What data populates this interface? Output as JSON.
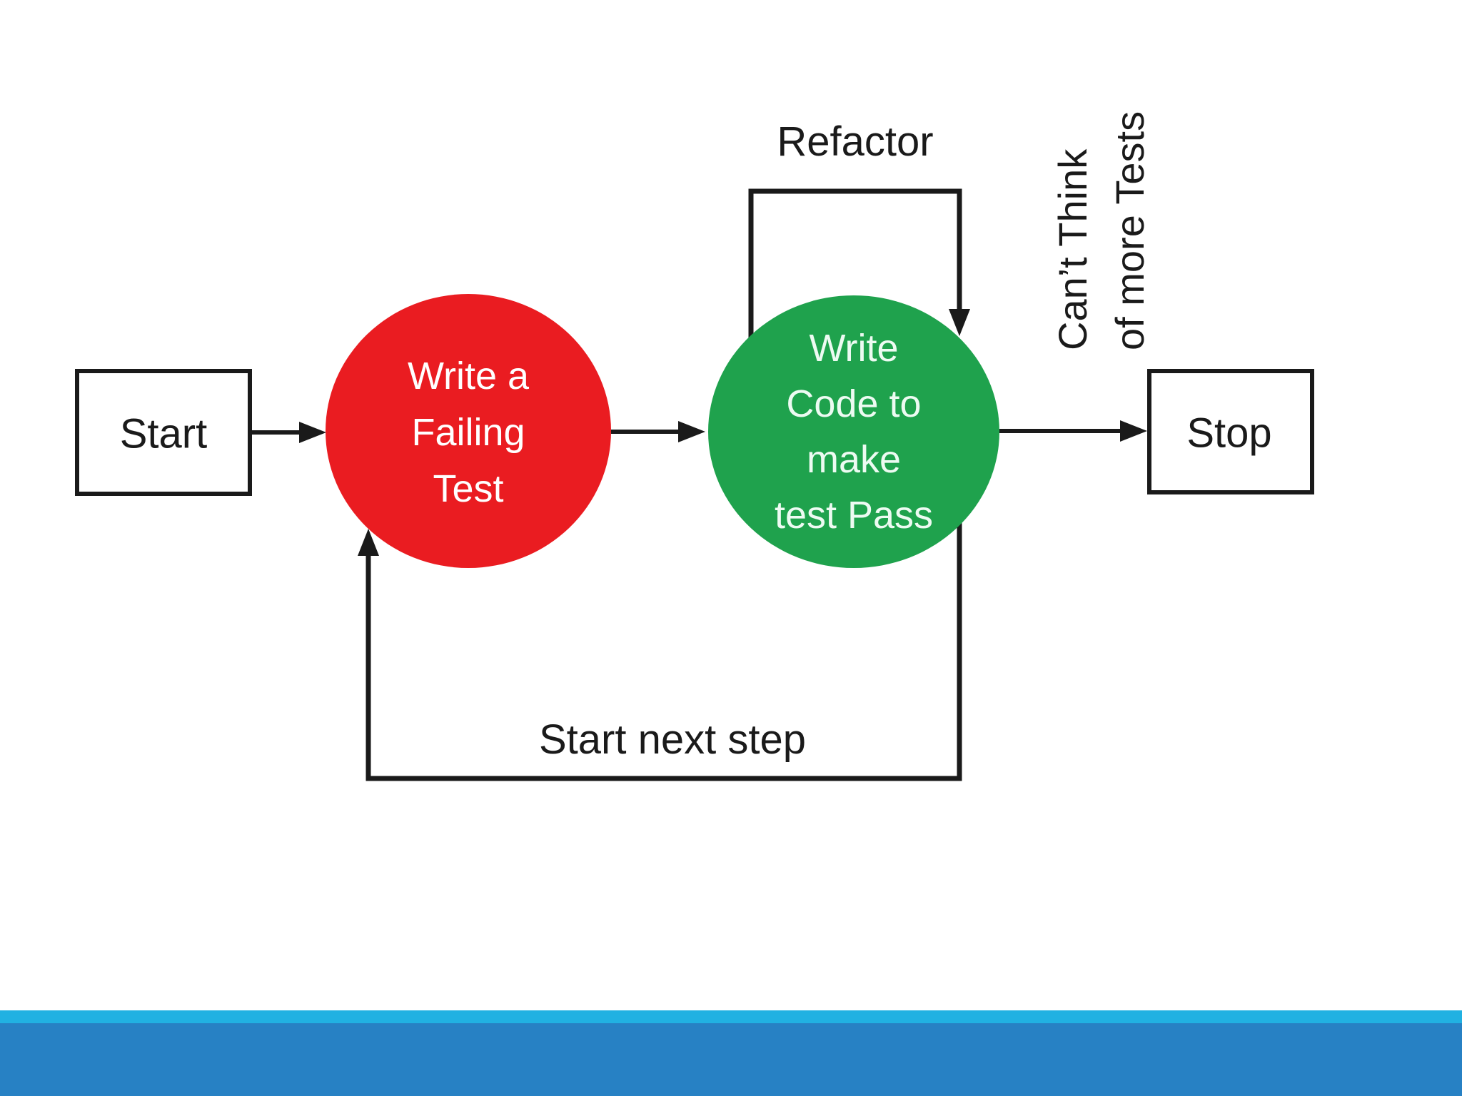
{
  "diagram": {
    "nodes": {
      "start": {
        "label": "Start"
      },
      "failing_test": {
        "lines": [
          "Write a",
          "Failing",
          "Test"
        ],
        "color": "#ea1c21",
        "text_color": "#ffffff"
      },
      "write_code": {
        "lines": [
          "Write",
          "Code to",
          "make",
          "test Pass"
        ],
        "color": "#1fa24d",
        "text_color": "#edfbf2"
      },
      "stop": {
        "label": "Stop"
      }
    },
    "labels": {
      "refactor": "Refactor",
      "cant_think_line1": "Can’t Think",
      "cant_think_line2": "of more Tests",
      "start_next_step": "Start next step"
    },
    "footer": {
      "light_blue": "#21b1e2",
      "dark_blue": "#2781c4"
    },
    "line_color": "#1a1a1a"
  }
}
